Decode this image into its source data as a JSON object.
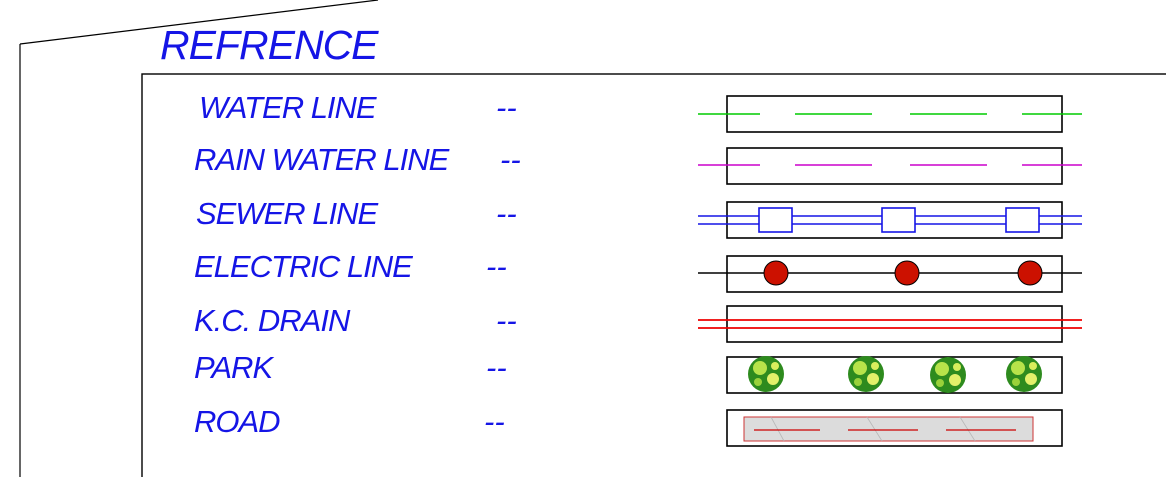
{
  "title": "REFRENCE",
  "items": [
    {
      "label": "WATER  LINE",
      "dash": "--",
      "symbol": "dashed-line",
      "color": "#00cc00"
    },
    {
      "label": "RAIN WATER  LINE",
      "dash": "--",
      "symbol": "dashed-line",
      "color": "#cc00cc"
    },
    {
      "label": "SEWER  LINE",
      "dash": "--",
      "symbol": "double-line-with-manholes",
      "color": "#1515e6"
    },
    {
      "label": "ELECTRIC   LINE",
      "dash": "--",
      "symbol": "line-with-poles",
      "color": "#cc1100"
    },
    {
      "label": "K.C. DRAIN",
      "dash": "--",
      "symbol": "double-red-line",
      "color": "#ee0000"
    },
    {
      "label": "PARK",
      "dash": "--",
      "symbol": "trees",
      "color": "#2e8b1e"
    },
    {
      "label": "ROAD",
      "dash": "--",
      "symbol": "road-strip",
      "color": "#cc0000"
    }
  ]
}
